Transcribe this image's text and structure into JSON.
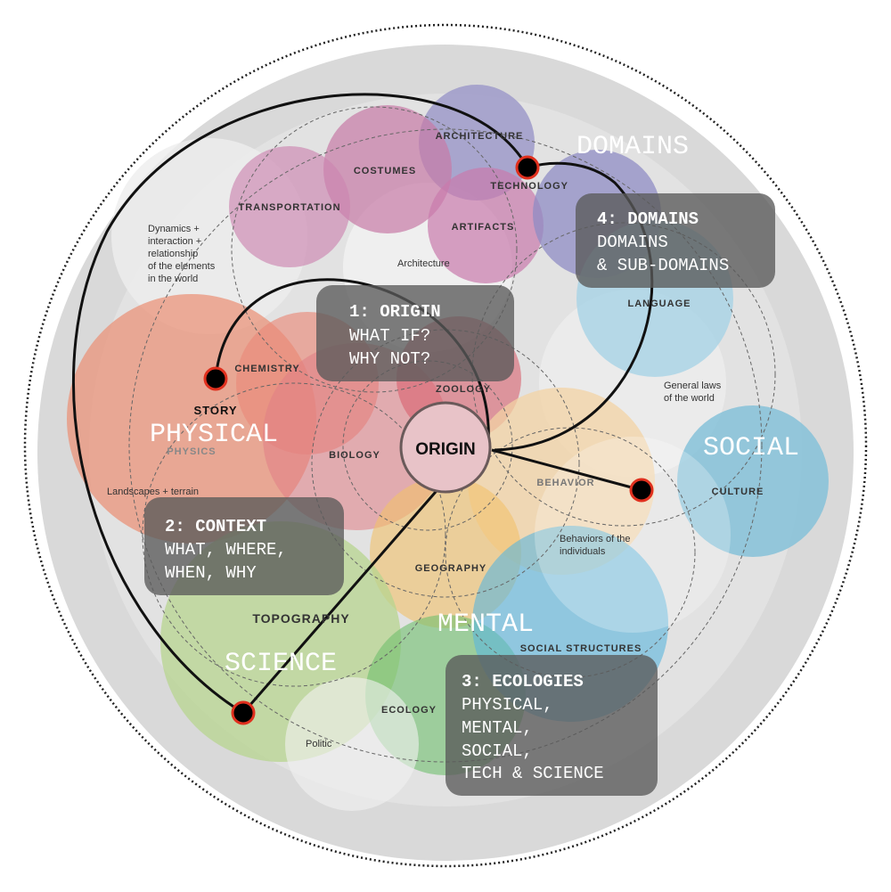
{
  "center": "ORIGIN",
  "quadrants": {
    "domains": "DOMAINS",
    "physical": "PHYSICAL",
    "social": "SOCIAL",
    "mental": "MENTAL",
    "science": "SCIENCE"
  },
  "labels": {
    "architecture": "ARCHITECTURE",
    "costumes": "COSTUMES",
    "transportation": "TRANSPORTATION",
    "artifacts": "ARTIFACTS",
    "technology": "TECHNOLOGY",
    "language": "LANGUAGE",
    "chemistry": "CHEMISTRY",
    "zoology": "ZOOLOGY",
    "story": "STORY",
    "physics": "PHYSICS",
    "biology": "BIOLOGY",
    "behavior": "BEHAVIOR",
    "culture": "CULTURE",
    "geography": "GEOGRAPHY",
    "topography": "TOPOGRAPHY",
    "social_structures": "SOCIAL STRUCTURES",
    "ecology": "ECOLOGY"
  },
  "notes": {
    "dynamics": [
      "Dynamics +",
      "interaction +",
      "relationship",
      "of the elements",
      "in the world"
    ],
    "architecture": "Architecture",
    "general_laws": [
      "General laws",
      "of the world"
    ],
    "landscapes": "Landscapes + terrain",
    "behaviors": [
      "Behaviors of the",
      "individuals"
    ],
    "politic": "Politic"
  },
  "boxes": {
    "origin": {
      "title": "1: ORIGIN",
      "lines": [
        "WHAT IF?",
        "WHY NOT?"
      ]
    },
    "context": {
      "title": "2: CONTEXT",
      "lines": [
        "WHAT, WHERE,",
        "WHEN, WHY"
      ]
    },
    "ecologies": {
      "title": "3: ECOLOGIES",
      "lines": [
        "PHYSICAL,",
        "MENTAL,",
        "SOCIAL,",
        "TECH & SCIENCE"
      ]
    },
    "domains": {
      "title": "4: DOMAINS",
      "lines": [
        "DOMAINS",
        "& SUB-DOMAINS"
      ]
    }
  },
  "colors": {
    "dot": "#000000",
    "dot_ring": "#e0301e",
    "disk": "#d9d9d9"
  }
}
